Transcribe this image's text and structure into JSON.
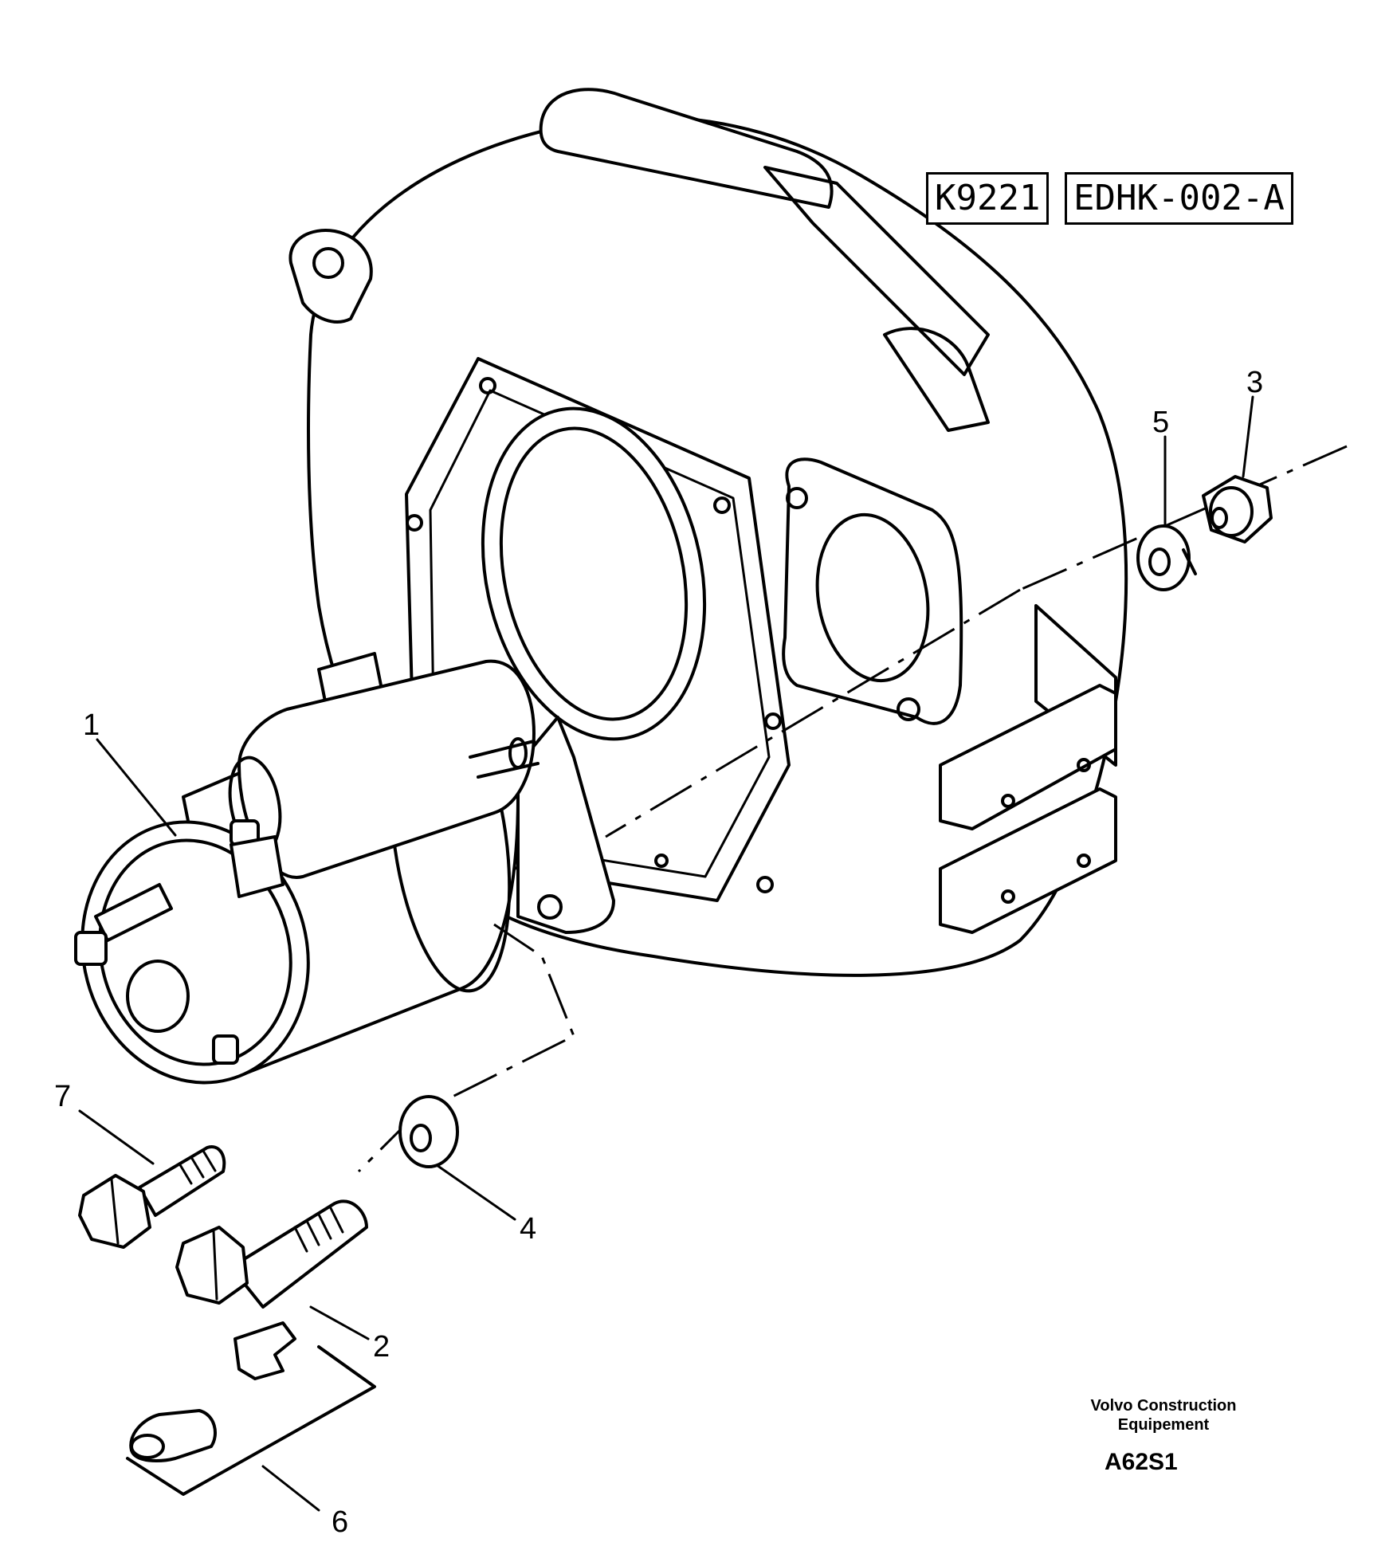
{
  "header": {
    "ref_code": "K9221",
    "group_code": "EDHK-002-A"
  },
  "callouts": [
    {
      "id": "1",
      "label": "1"
    },
    {
      "id": "2",
      "label": "2"
    },
    {
      "id": "3",
      "label": "3"
    },
    {
      "id": "4",
      "label": "4"
    },
    {
      "id": "5",
      "label": "5"
    },
    {
      "id": "6",
      "label": "6"
    },
    {
      "id": "7",
      "label": "7"
    }
  ],
  "footer": {
    "publisher_line1": "Volvo Construction",
    "publisher_line2": "Equipement",
    "figure_id": "A62S1"
  }
}
